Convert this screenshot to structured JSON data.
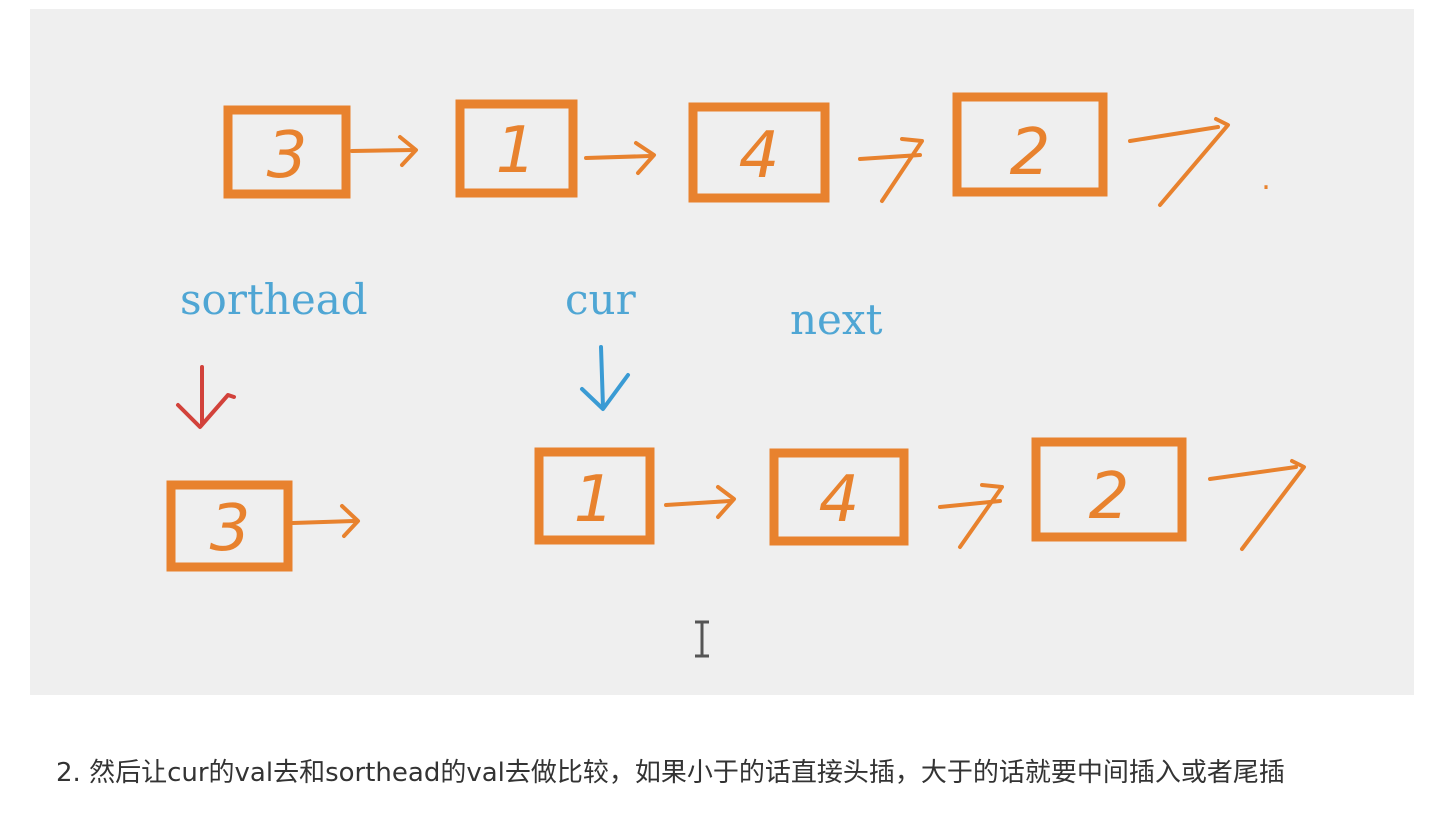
{
  "colors": {
    "node": "#e8822e",
    "pointer_sorthead": "#d2423b",
    "pointer_cur": "#3a9bd4",
    "label": "#4fa6d4",
    "board": "#efefef"
  },
  "diagram": {
    "original_list": [
      "3",
      "1",
      "4",
      "2"
    ],
    "sorted_list": [
      "3"
    ],
    "remaining_list": [
      "1",
      "4",
      "2"
    ],
    "labels": {
      "sorthead": "sorthead",
      "cur": "cur",
      "next": "next"
    },
    "trailing_dot": "."
  },
  "cursor_icon": "text-cursor-icon",
  "caption": "2. 然后让cur的val去和sorthead的val去做比较，如果小于的话直接头插，大于的话就要中间插入或者尾插"
}
